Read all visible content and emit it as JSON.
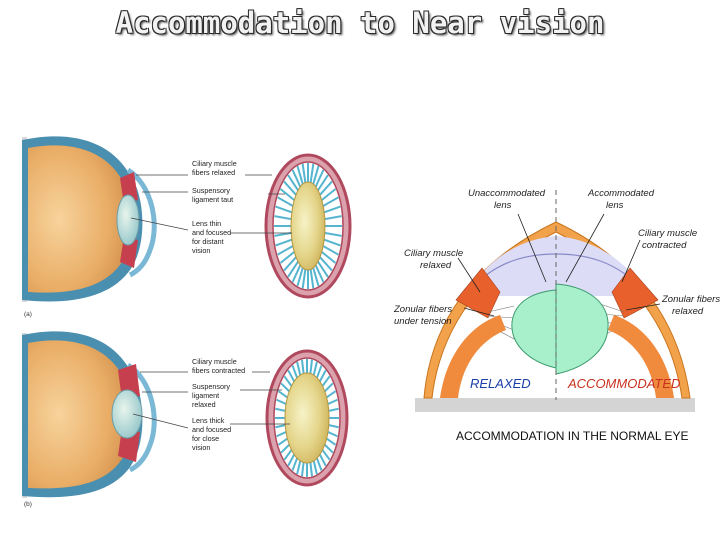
{
  "title": "Accommodation to Near vision",
  "panel_a": {
    "tag": "(a)",
    "labels": [
      {
        "line1": "Ciliary muscle",
        "line2": "fibers relaxed"
      },
      {
        "line1": "Suspensory",
        "line2": "ligament taut"
      },
      {
        "line1": "Lens thin",
        "line2": "and focused",
        "line3": "for distant",
        "line4": "vision"
      }
    ]
  },
  "panel_b": {
    "tag": "(b)",
    "labels": [
      {
        "line1": "Ciliary muscle",
        "line2": "fibers contracted"
      },
      {
        "line1": "Suspensory",
        "line2": "ligament",
        "line3": "relaxed"
      },
      {
        "line1": "Lens thick",
        "line2": "and focused",
        "line3": "for close",
        "line4": "vision"
      }
    ]
  },
  "diagram": {
    "unaccommodated_lens": {
      "line1": "Unaccommodated",
      "line2": "lens"
    },
    "accommodated_lens": {
      "line1": "Accommodated",
      "line2": "lens"
    },
    "ciliary_relaxed": {
      "line1": "Ciliary muscle",
      "line2": "relaxed"
    },
    "ciliary_contracted": {
      "line1": "Ciliary muscle",
      "line2": "contracted"
    },
    "zonular_tension": {
      "line1": "Zonular fibers",
      "line2": "under tension"
    },
    "zonular_relaxed": {
      "line1": "Zonular fibers",
      "line2": "relaxed"
    },
    "relaxed": "RELAXED",
    "accommodated": "ACCOMMODATED",
    "caption": "ACCOMMODATION IN THE NORMAL EYE"
  },
  "colors": {
    "relaxed_text": "#1a3fa8",
    "accommodated_text": "#c8321e",
    "ciliary": "#e8602c",
    "lens_green": "#a8f0cc",
    "eyeball": "#e3a863",
    "ring": "#c0566b"
  }
}
